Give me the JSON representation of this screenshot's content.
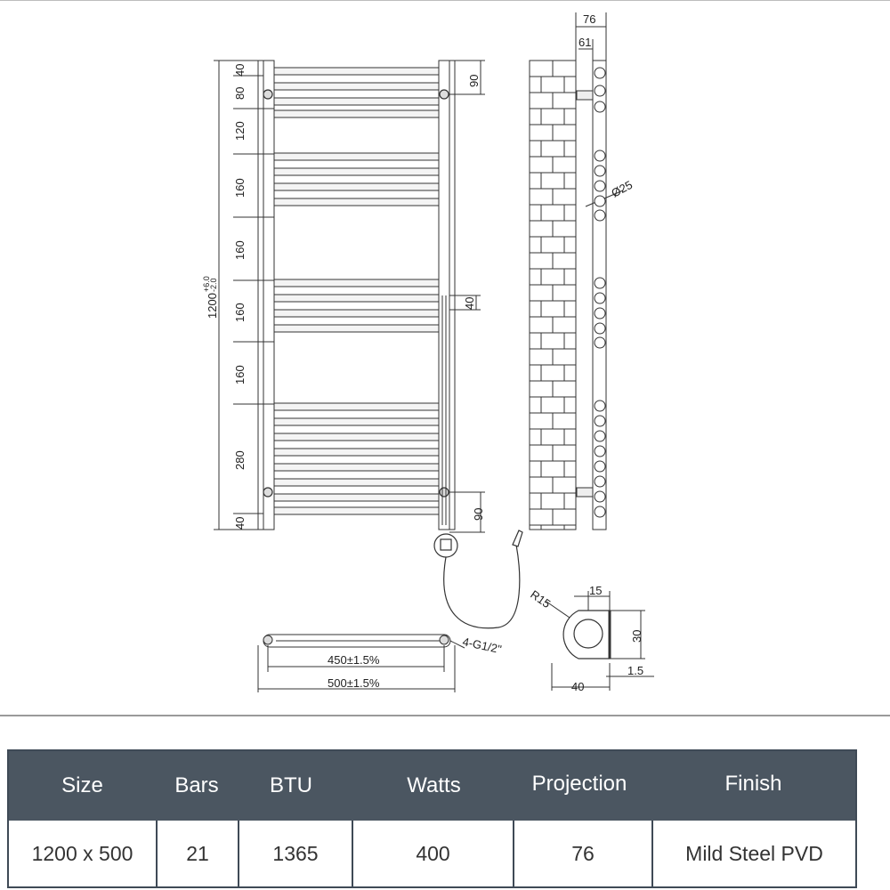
{
  "drawing": {
    "overall_height_label": "1200",
    "overall_height_tol_upper": "+6.0",
    "overall_height_tol_lower": "-2.0",
    "left_dims": [
      "40",
      "80",
      "120",
      "160",
      "160",
      "160",
      "160",
      "280",
      "40"
    ],
    "top_right_dim": "90",
    "element_dim": "40",
    "bottom_right_dim": "90",
    "side_top_dim_outer": "76",
    "side_top_dim_inner": "61",
    "tube_diameter": "Ø25",
    "center_width": "450±1.5%",
    "overall_width": "500±1.5%",
    "connections": "4-G1/2\"",
    "detail_radius": "R15",
    "detail_top": "15",
    "detail_height": "30",
    "detail_width": "40",
    "detail_thickness": "1.5"
  },
  "table": {
    "headers": [
      "Size",
      "Bars",
      "BTU",
      "Watts",
      "Projection",
      "Finish"
    ],
    "values": [
      "1200 x 500",
      "21",
      "1365",
      "400",
      "76",
      "Mild Steel PVD"
    ],
    "header_color": "#4b5661",
    "border_color": "#3f4a56"
  }
}
